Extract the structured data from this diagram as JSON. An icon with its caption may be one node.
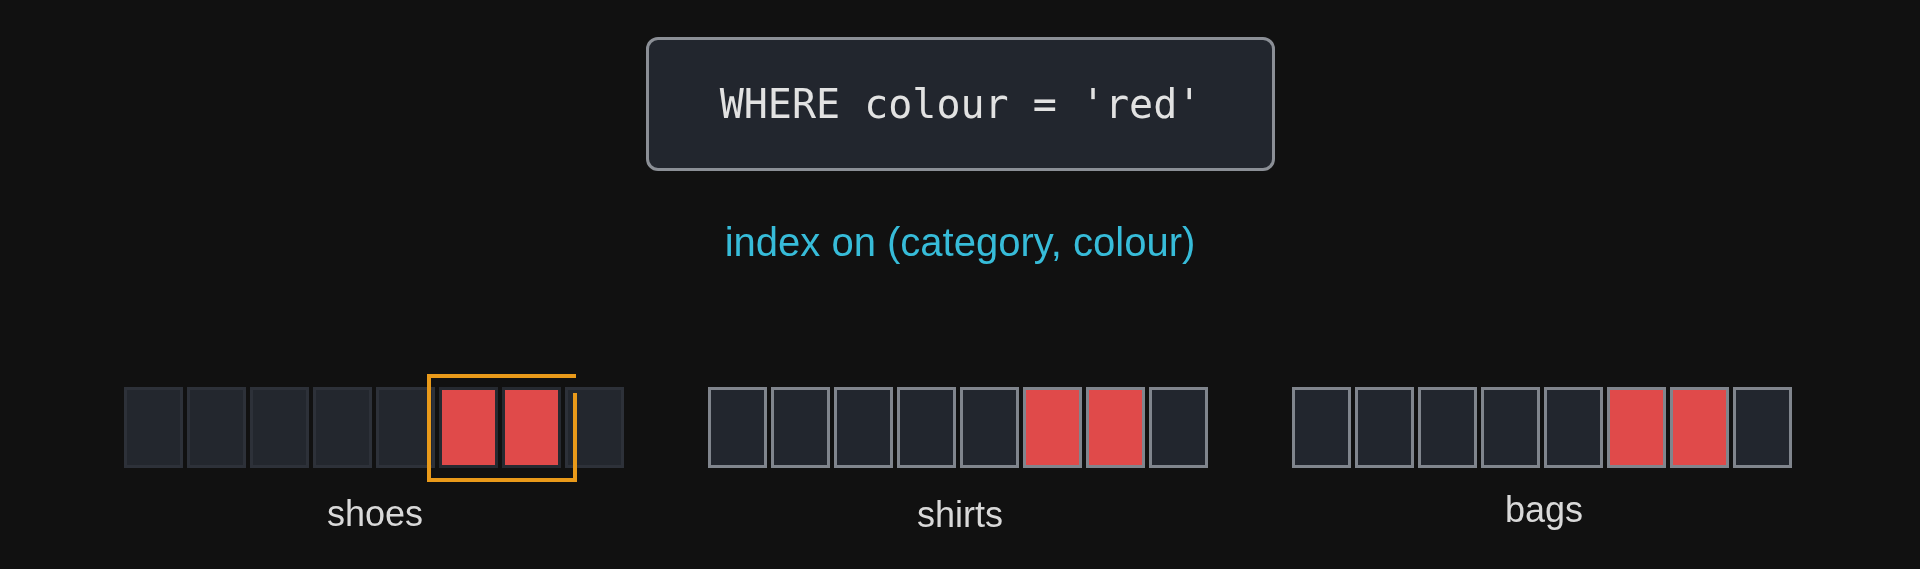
{
  "diagram": {
    "nodes": [
      {
        "text": [
          "WHERE colour = 'red'"
        ]
      }
    ],
    "labels": [
      "index on (category, colour)",
      "shoes",
      "shirts",
      "bags"
    ]
  }
}
